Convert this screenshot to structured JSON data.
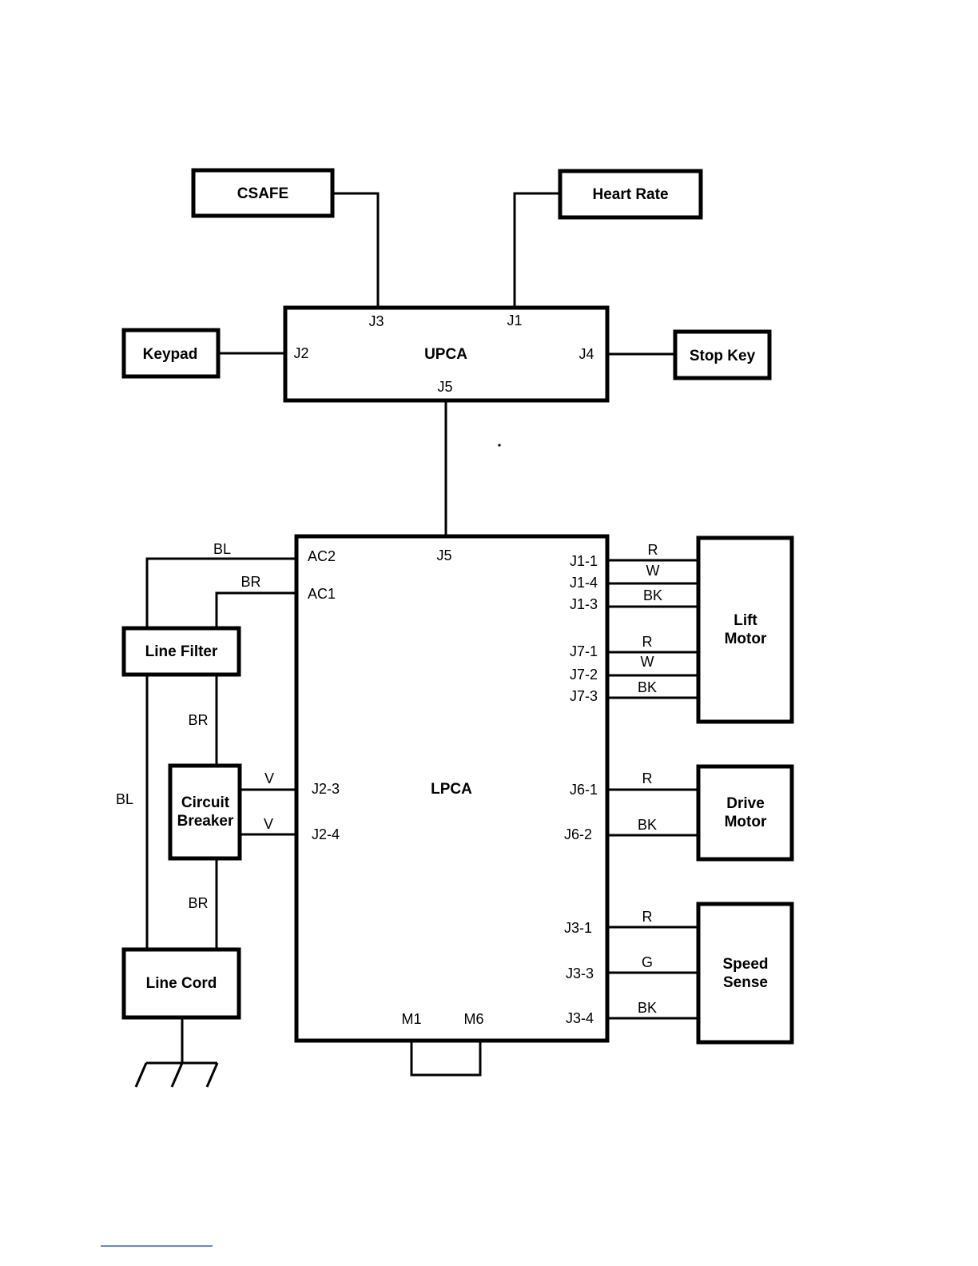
{
  "components": {
    "csafe": "CSAFE",
    "heart_rate": "Heart Rate",
    "keypad": "Keypad",
    "stop_key": "Stop Key",
    "upca": "UPCA",
    "lpca": "LPCA",
    "line_filter": "Line Filter",
    "circuit_breaker": [
      "Circuit",
      "Breaker"
    ],
    "line_cord": "Line Cord",
    "lift_motor": [
      "Lift",
      "Motor"
    ],
    "drive_motor": [
      "Drive",
      "Motor"
    ],
    "speed_sense": [
      "Speed",
      "Sense"
    ]
  },
  "upca_pins": {
    "j3": "J3",
    "j1": "J1",
    "j2": "J2",
    "j4": "J4",
    "j5": "J5"
  },
  "lpca_pins": {
    "ac2": "AC2",
    "ac1": "AC1",
    "j5": "J5",
    "j2_3": "J2-3",
    "j2_4": "J2-4",
    "m1": "M1",
    "m6": "M6",
    "j1_1": "J1-1",
    "j1_4": "J1-4",
    "j1_3": "J1-3",
    "j7_1": "J7-1",
    "j7_2": "J7-2",
    "j7_3": "J7-3",
    "j6_1": "J6-1",
    "j6_2": "J6-2",
    "j3_1": "J3-1",
    "j3_3": "J3-3",
    "j3_4": "J3-4"
  },
  "wire_colors": {
    "ac2_bl": "BL",
    "ac1_br": "BR",
    "filter_breaker_br": "BR",
    "cord_filter_bl": "BL",
    "breaker_cord_br": "BR",
    "j2_3_v": "V",
    "j2_4_v": "V",
    "j1_1_r": "R",
    "j1_4_w": "W",
    "j1_3_bk": "BK",
    "j7_1_r": "R",
    "j7_2_w": "W",
    "j7_3_bk": "BK",
    "j6_1_r": "R",
    "j6_2_bk": "BK",
    "j3_1_r": "R",
    "j3_3_g": "G",
    "j3_4_bk": "BK"
  }
}
